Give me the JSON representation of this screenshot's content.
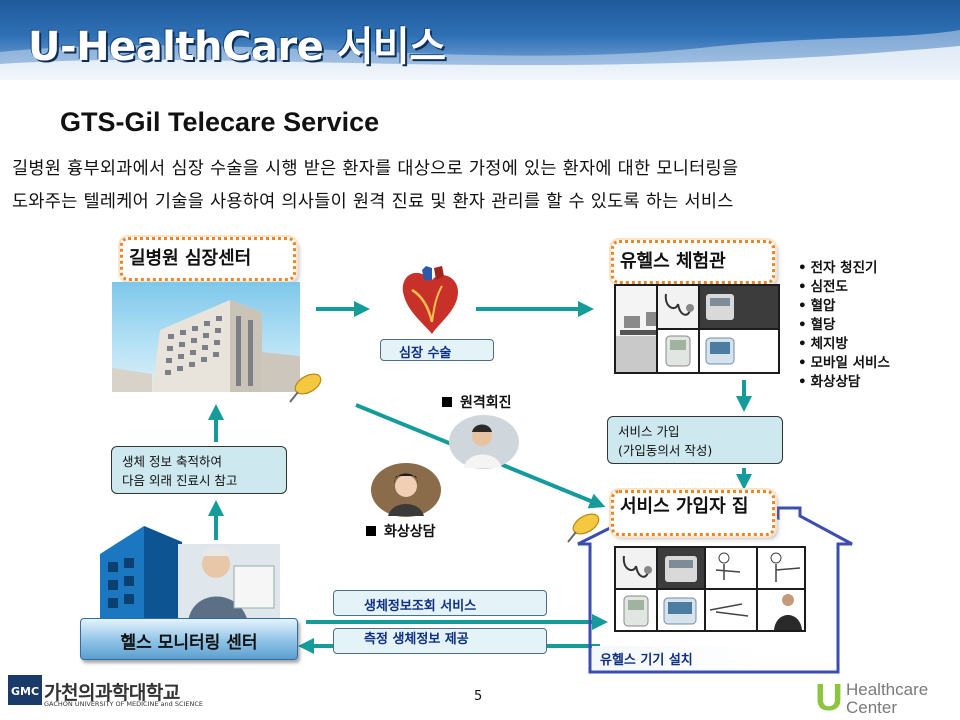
{
  "header": {
    "title": "U-HealthCare 서비스",
    "subtitle": "GTS-Gil Telecare Service"
  },
  "description": {
    "line1": "길병원 흉부외과에서 심장 수술을 시행 받은 환자를 대상으로 가정에 있는 환자에 대한 모니터링을",
    "line2": "도와주는 텔레케어 기술을 사용하여 의사들이 원격 진료 및 환자 관리를 할 수 있도록 하는 서비스"
  },
  "diagram": {
    "hospital_label": "길병원 심장센터",
    "surgery_label": "심장 수술",
    "experience_label": "유헬스 체험관",
    "experience_items": [
      "전자 청진기",
      "심전도",
      "혈압",
      "혈당",
      "체지방",
      "모바일 서비스",
      "화상상담"
    ],
    "signup_line1": "서비스 가입",
    "signup_line2": "(가입동의서 작성)",
    "home_label": "서비스 가입자 집",
    "remote_label": "원격회진",
    "video_label": "화상상담",
    "bio_line1": "생체 정보 축적하여",
    "bio_line2": "다음 외래 진료시 참고",
    "monitoring_center": "헬스 모니터링 센터",
    "lookup_service": "생체정보조회 서비스",
    "measure_transmit": "측정 생체정보 제공",
    "install_label": "유헬스 기기 설치"
  },
  "footer": {
    "page_number": "5",
    "university_name": "가천의과학대학교",
    "university_sub": "GACHON UNIVERSITY OF MEDICINE and SCIENCE",
    "university_logo": "GMC",
    "brand_line1": "Healthcare",
    "brand_line2": "Center",
    "brand_mark": "U"
  },
  "colors": {
    "arrow": "#169b9b",
    "frame": "#e8862c",
    "banner": "#2f70b5",
    "pill_text": "#0e2f83"
  }
}
